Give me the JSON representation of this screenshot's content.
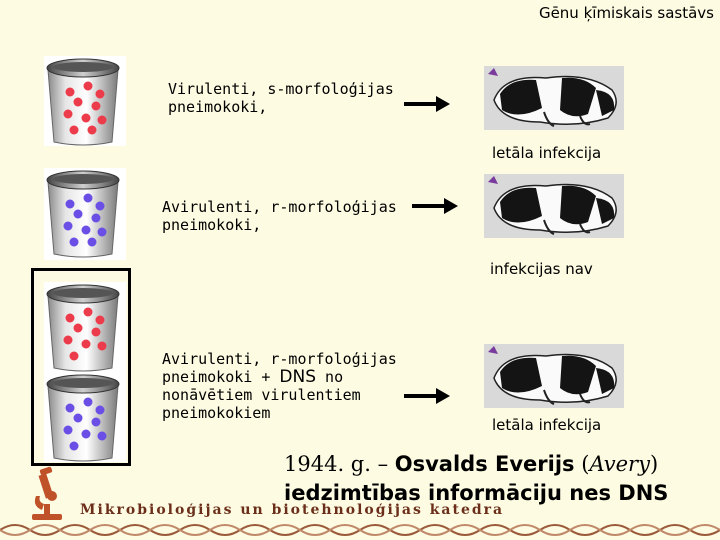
{
  "header": {
    "title": "Gēnu ķīmiskais sastāvs"
  },
  "experiments": [
    {
      "description": "Virulenti, s-morfoloģijas\npneimokoki,",
      "result": "letāla infekcija",
      "bacteria_color": "#ec3b4b"
    },
    {
      "description": "Avirulenti, r-morfoloģijas\npneimokoki,",
      "result": "infekcijas nav",
      "bacteria_color": "#6b4ee6"
    },
    {
      "description_prefix": "Avirulenti, r-morfoloģijas\npneimokoki + ",
      "description_dns": "DNS",
      "description_suffix": " no\nnonāvētiem virulentiem\npneimokokiem",
      "result": "letāla infekcija"
    }
  ],
  "conclusion": {
    "line1_prefix": "1944. g. – ",
    "line1_name": "Osvalds Everijs",
    "line1_paren_open": " (",
    "line1_latin": "Avery",
    "line1_paren_close": ")",
    "line2": "iedzimtības informāciju nes DNS"
  },
  "footer": {
    "department": "Mikrobioloģijas un biotehnoloģijas katedra"
  },
  "colors": {
    "background": "#fdfbe2",
    "red_bacteria": "#ec3b4b",
    "blue_bacteria": "#6b4ee6",
    "logo": "#c0522a"
  }
}
